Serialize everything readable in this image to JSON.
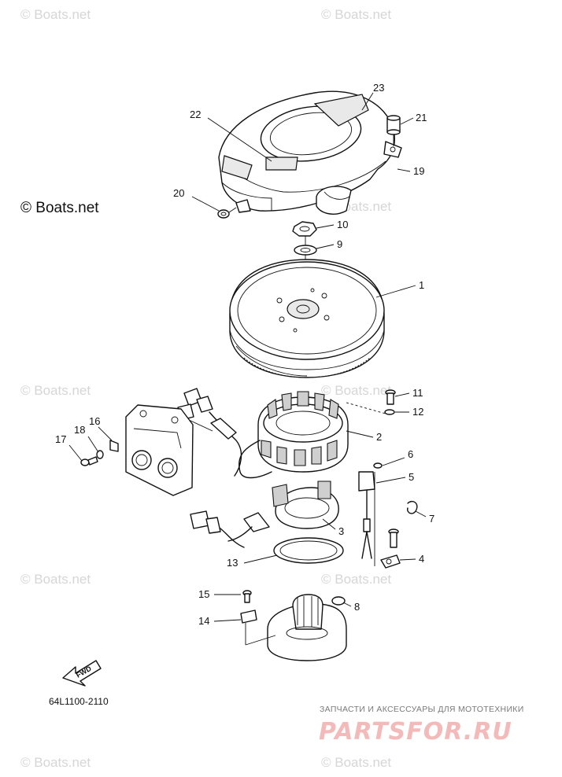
{
  "watermark_text": "© Boats.net",
  "copyright_text": "© Boats.net",
  "diagram_code": "64L1100-2110",
  "fwd_label": "FWD",
  "brand": {
    "main": "PARTSFOR.RU",
    "sub": "ЗАПЧАСТИ И АКСЕССУАРЫ ДЛЯ МОТОТЕХНИКИ",
    "color": "#f4b9b9"
  },
  "callouts": [
    {
      "id": "23",
      "label": "23"
    },
    {
      "id": "22",
      "label": "22"
    },
    {
      "id": "21",
      "label": "21"
    },
    {
      "id": "19",
      "label": "19"
    },
    {
      "id": "20",
      "label": "20"
    },
    {
      "id": "10",
      "label": "10"
    },
    {
      "id": "9",
      "label": "9"
    },
    {
      "id": "1",
      "label": "1"
    },
    {
      "id": "11",
      "label": "11"
    },
    {
      "id": "12",
      "label": "12"
    },
    {
      "id": "2",
      "label": "2"
    },
    {
      "id": "16",
      "label": "16"
    },
    {
      "id": "18",
      "label": "18"
    },
    {
      "id": "17",
      "label": "17"
    },
    {
      "id": "6",
      "label": "6"
    },
    {
      "id": "5",
      "label": "5"
    },
    {
      "id": "7",
      "label": "7"
    },
    {
      "id": "3",
      "label": "3"
    },
    {
      "id": "13",
      "label": "13"
    },
    {
      "id": "4",
      "label": "4"
    },
    {
      "id": "15",
      "label": "15"
    },
    {
      "id": "8",
      "label": "8"
    },
    {
      "id": "14",
      "label": "14"
    }
  ]
}
